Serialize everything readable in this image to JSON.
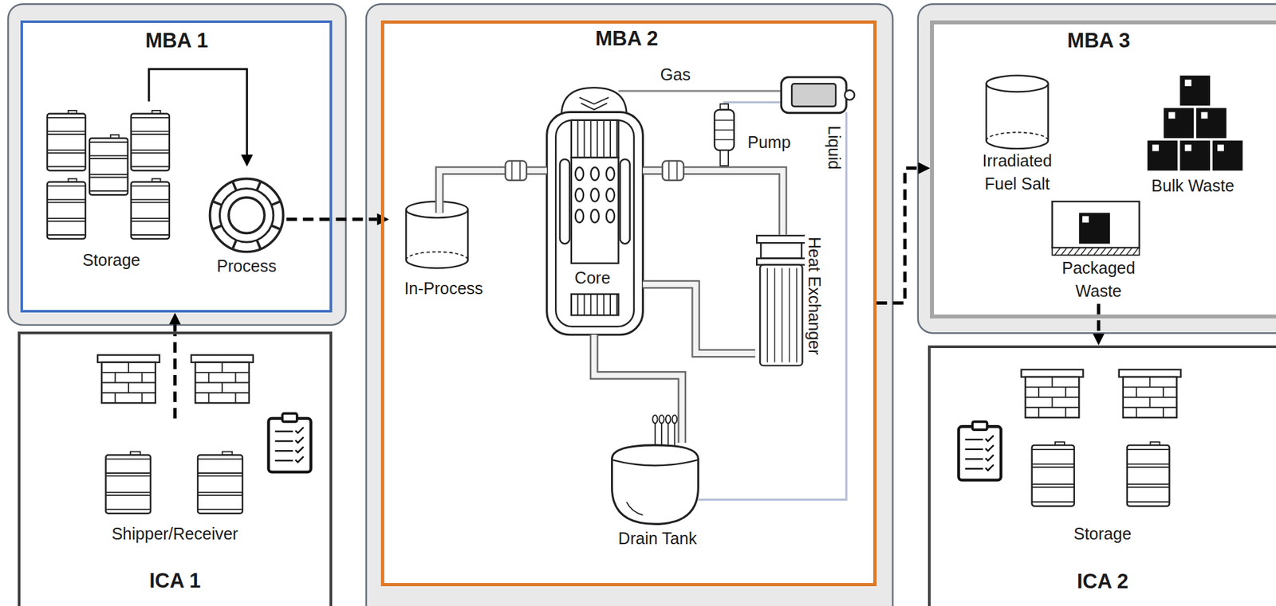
{
  "diagram": {
    "nodes": [
      {
        "text": [
          "MBA 1"
        ]
      },
      {
        "text": [
          "Storage"
        ],
        "in": 0
      },
      {
        "text": [
          "Process"
        ],
        "in": 0
      },
      {
        "text": [
          "ICA 1"
        ]
      },
      {
        "text": [
          "Shipper/Receiver"
        ],
        "in": 3
      },
      {
        "text": [
          "MBA 2"
        ]
      },
      {
        "text": [
          "In-Process"
        ],
        "in": 5
      },
      {
        "text": [
          "Core"
        ],
        "in": 5
      },
      {
        "text": [
          "Pump"
        ],
        "in": 5
      },
      {
        "text": [
          "Heat Exchanger"
        ],
        "in": 5
      },
      {
        "text": [
          "Drain Tank"
        ],
        "in": 5
      },
      {
        "text": [
          "MBA 3"
        ]
      },
      {
        "text": [
          "Irradiated Fuel Salt"
        ],
        "in": 11
      },
      {
        "text": [
          "Bulk Waste"
        ],
        "in": 11
      },
      {
        "text": [
          "Packaged Waste"
        ],
        "in": 11
      },
      {
        "text": [
          "ICA 2"
        ]
      },
      {
        "text": [
          "Storage"
        ],
        "in": 15
      }
    ],
    "edges": [
      {
        "from": 1,
        "to": 2,
        "arrow": "to"
      },
      {
        "from": 2,
        "to": 6,
        "arrow": "to"
      },
      {
        "from": 3,
        "to": 0,
        "arrow": "to"
      },
      {
        "from": 6,
        "to": 7,
        "arrow": "none"
      },
      {
        "from": 7,
        "to": 9,
        "arrow": "none"
      },
      {
        "from": 7,
        "to": 9,
        "arrow": "none"
      },
      {
        "from": 7,
        "to": 10,
        "arrow": "none"
      },
      {
        "from": 5,
        "to": 11,
        "arrow": "to"
      },
      {
        "from": 14,
        "to": 15,
        "arrow": "to"
      }
    ],
    "labels": [
      "Gas",
      "Liquid"
    ]
  }
}
